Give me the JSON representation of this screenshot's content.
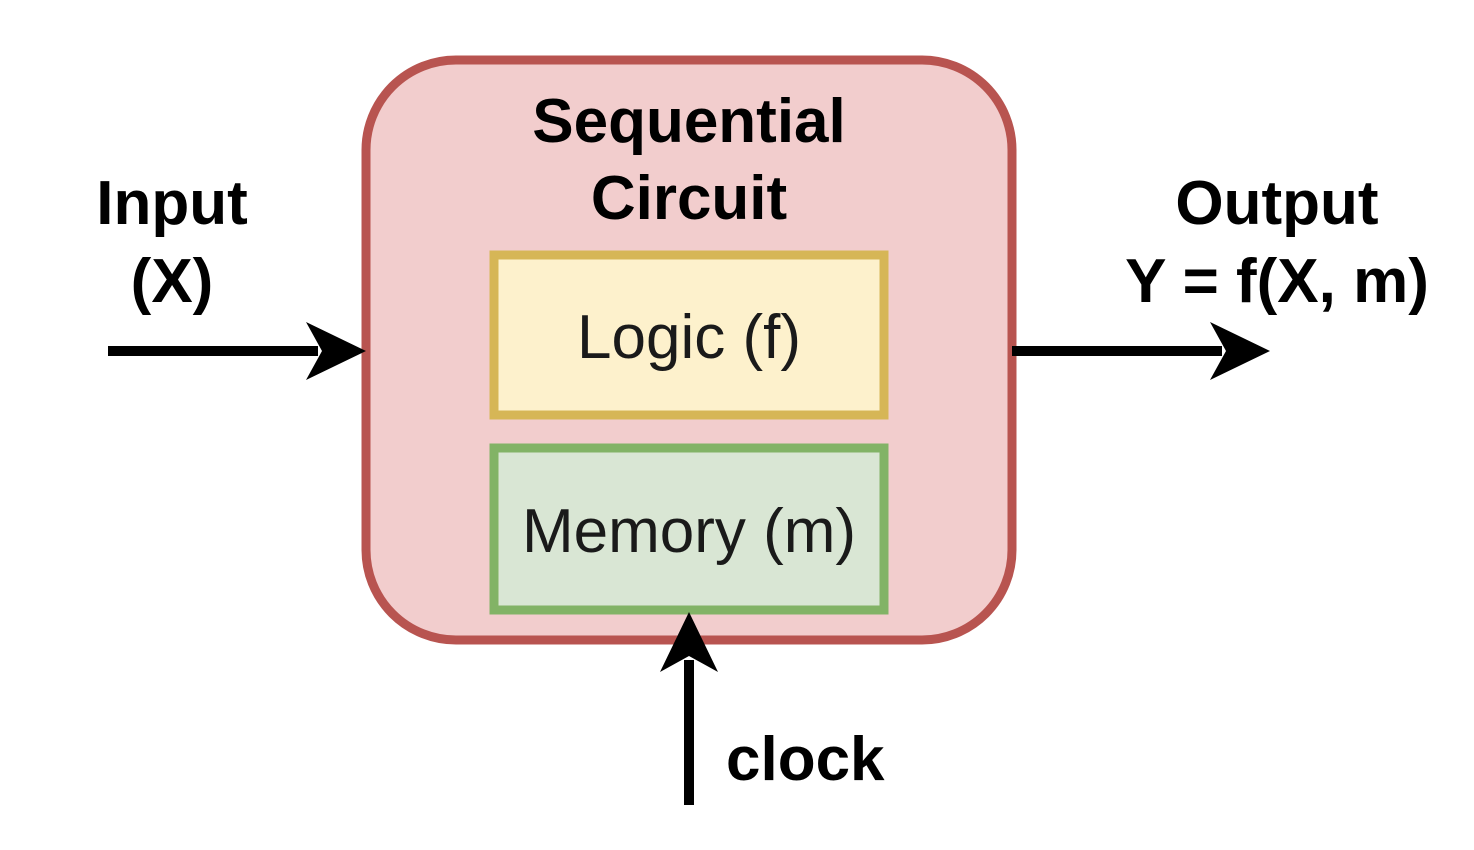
{
  "colors": {
    "circuit_fill": "#f2cdcd",
    "circuit_stroke": "#b85450",
    "logic_fill": "#fdf1cc",
    "logic_stroke": "#d6b656",
    "memory_fill": "#d9e6d4",
    "memory_stroke": "#82b366",
    "arrow": "#000000"
  },
  "circuit": {
    "title_line1": "Sequential",
    "title_line2": "Circuit"
  },
  "logic": {
    "label": "Logic (f)"
  },
  "memory": {
    "label": "Memory (m)"
  },
  "input": {
    "line1": "Input",
    "line2": "(X)"
  },
  "output": {
    "line1": "Output",
    "line2": "Y = f(X, m)"
  },
  "clock": {
    "label": "clock"
  }
}
